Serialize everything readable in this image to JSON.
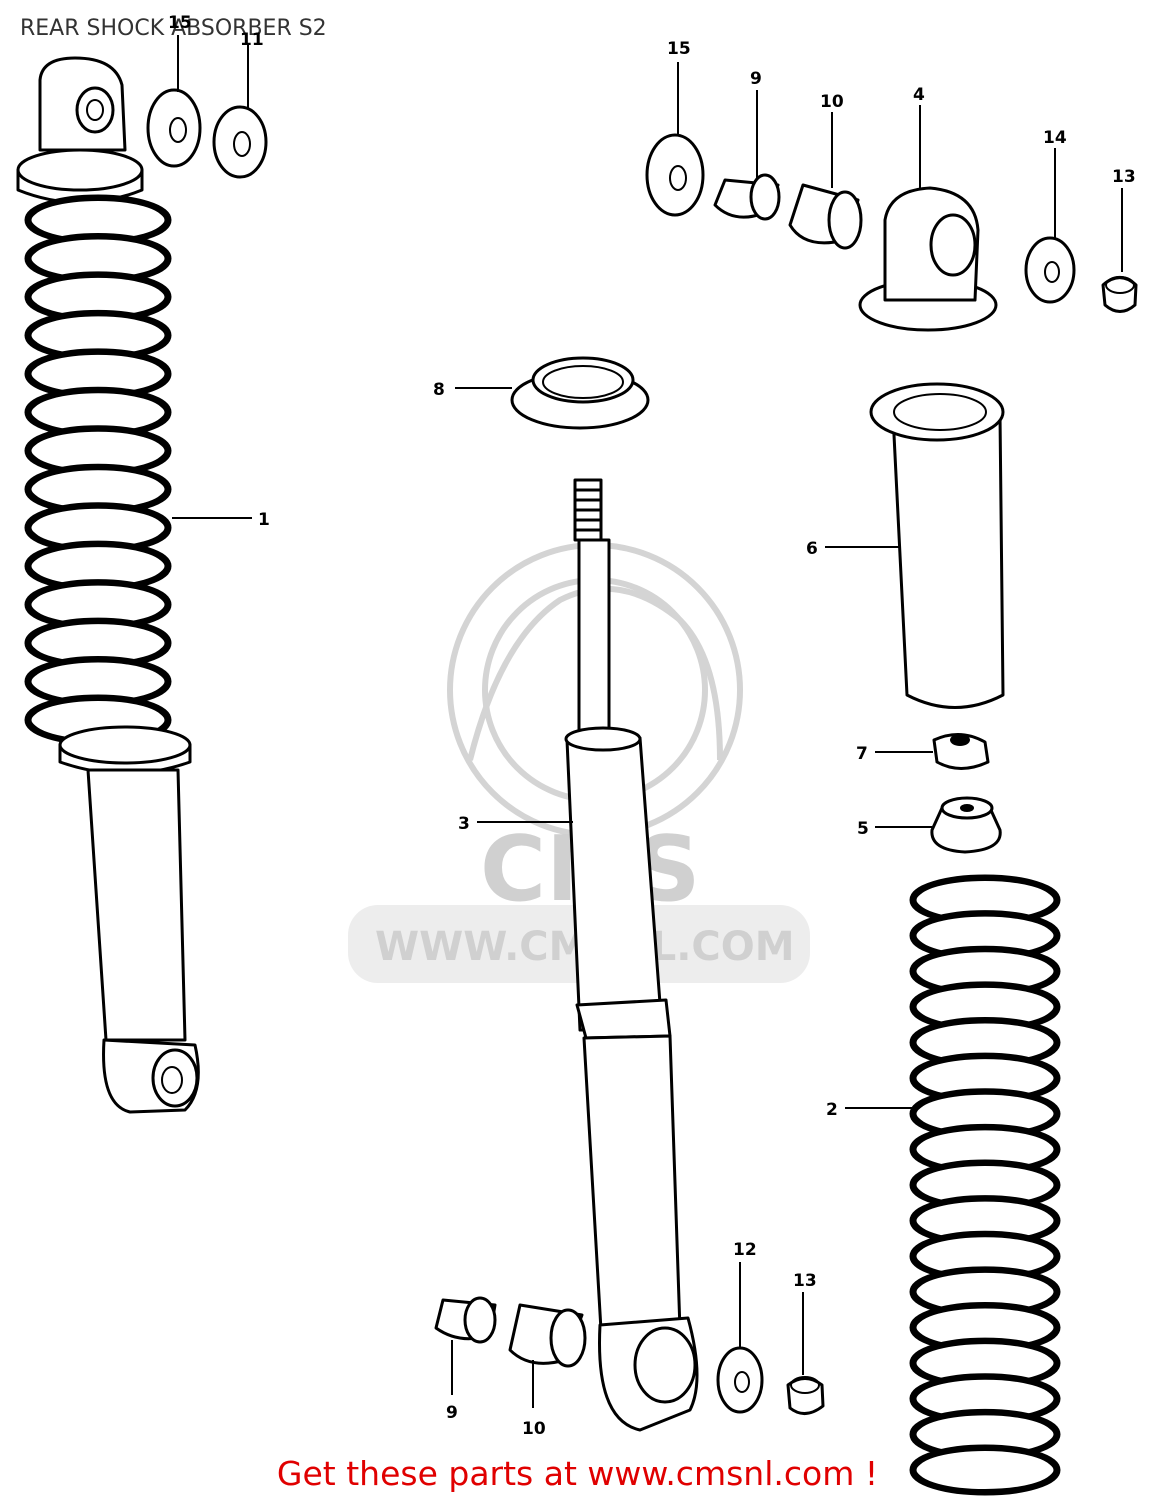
{
  "title": "REAR SHOCK ABSORBER S2",
  "footer": "Get these parts at www.cmsnl.com !",
  "watermark": {
    "logo": "CMS",
    "url": "WWW.CMSNL.COM"
  },
  "callouts": {
    "c1": "1",
    "c2": "2",
    "c3": "3",
    "c4": "4",
    "c5": "5",
    "c6": "6",
    "c7": "7",
    "c8": "8",
    "c9a": "9",
    "c9b": "9",
    "c10a": "10",
    "c10b": "10",
    "c11": "11",
    "c12": "12",
    "c13a": "13",
    "c13b": "13",
    "c14": "14",
    "c15a": "15",
    "c15b": "15"
  },
  "colors": {
    "footer": "#e00000",
    "line": "#000000",
    "watermark": "#d0d0d0"
  }
}
